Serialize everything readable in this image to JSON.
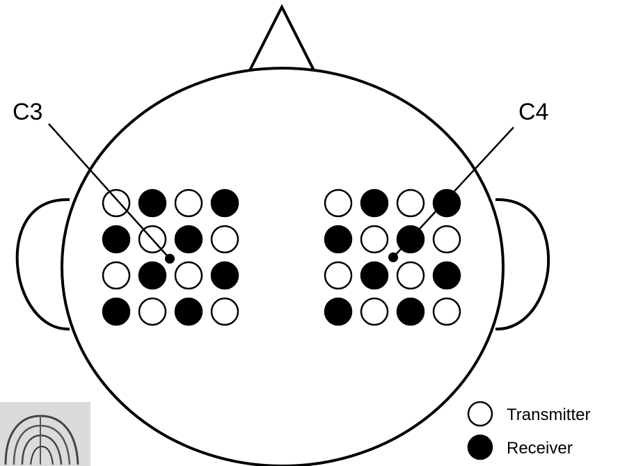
{
  "labels": {
    "left_site": "C3",
    "right_site": "C4"
  },
  "legend": {
    "transmitter_label": "Transmitter",
    "receiver_label": "Receiver"
  },
  "optode_layout": {
    "rows": 4,
    "cols": 4,
    "left_array": [
      [
        "transmitter",
        "receiver",
        "transmitter",
        "receiver"
      ],
      [
        "receiver",
        "transmitter",
        "receiver",
        "transmitter"
      ],
      [
        "transmitter",
        "receiver",
        "transmitter",
        "receiver"
      ],
      [
        "receiver",
        "transmitter",
        "receiver",
        "transmitter"
      ]
    ],
    "right_array": [
      [
        "transmitter",
        "receiver",
        "transmitter",
        "receiver"
      ],
      [
        "receiver",
        "transmitter",
        "receiver",
        "transmitter"
      ],
      [
        "transmitter",
        "receiver",
        "transmitter",
        "receiver"
      ],
      [
        "receiver",
        "transmitter",
        "receiver",
        "transmitter"
      ]
    ]
  },
  "colors": {
    "stroke": "#000000",
    "transmitter_fill": "#ffffff",
    "receiver_fill": "#000000",
    "inset_background": "#d9dcda"
  }
}
